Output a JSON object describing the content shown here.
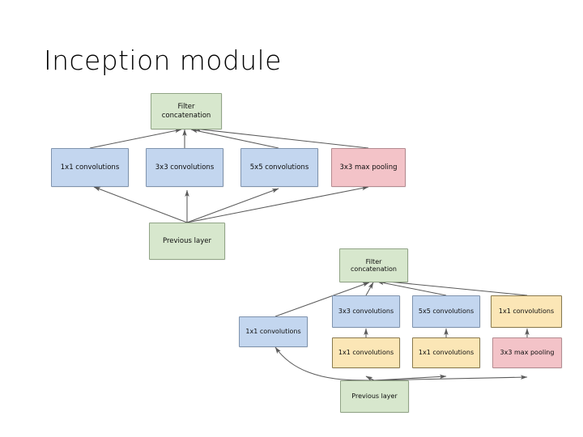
{
  "slide": {
    "title": "Inception module",
    "background": "#ffffff"
  },
  "palette": {
    "blue": "#c3d6ef",
    "green": "#d7e7cd",
    "red": "#f3c3c8",
    "yellow": "#fbe6b6",
    "edge": "#5a5a5a",
    "text": "#0d0d0d"
  },
  "diagrams": [
    {
      "name": "naive-inception-module",
      "nodes": {
        "filter_concat": {
          "label_line1": "Filter",
          "label_line2": "concatenation",
          "color": "green"
        },
        "conv1x1": {
          "label": "1x1 convolutions",
          "color": "blue"
        },
        "conv3x3": {
          "label": "3x3 convolutions",
          "color": "blue"
        },
        "conv5x5": {
          "label": "5x5 convolutions",
          "color": "blue"
        },
        "maxpool3x3": {
          "label": "3x3 max pooling",
          "color": "red"
        },
        "previous_layer": {
          "label": "Previous layer",
          "color": "green"
        }
      }
    },
    {
      "name": "inception-module-with-dimension-reductions",
      "nodes": {
        "filter_concat": {
          "label_line1": "Filter",
          "label_line2": "concatenation",
          "color": "green"
        },
        "conv1x1_left": {
          "label": "1x1 convolutions",
          "color": "blue"
        },
        "conv3x3": {
          "label": "3x3 convolutions",
          "color": "blue"
        },
        "conv5x5": {
          "label": "5x5 convolutions",
          "color": "blue"
        },
        "conv1x1_right": {
          "label": "1x1 convolutions",
          "color": "yellow"
        },
        "reduce1x1_a": {
          "label": "1x1 convolutions",
          "color": "yellow"
        },
        "reduce1x1_b": {
          "label": "1x1 convolutions",
          "color": "yellow"
        },
        "maxpool3x3": {
          "label": "3x3 max pooling",
          "color": "red"
        },
        "previous_layer": {
          "label": "Previous layer",
          "color": "green"
        }
      }
    }
  ]
}
